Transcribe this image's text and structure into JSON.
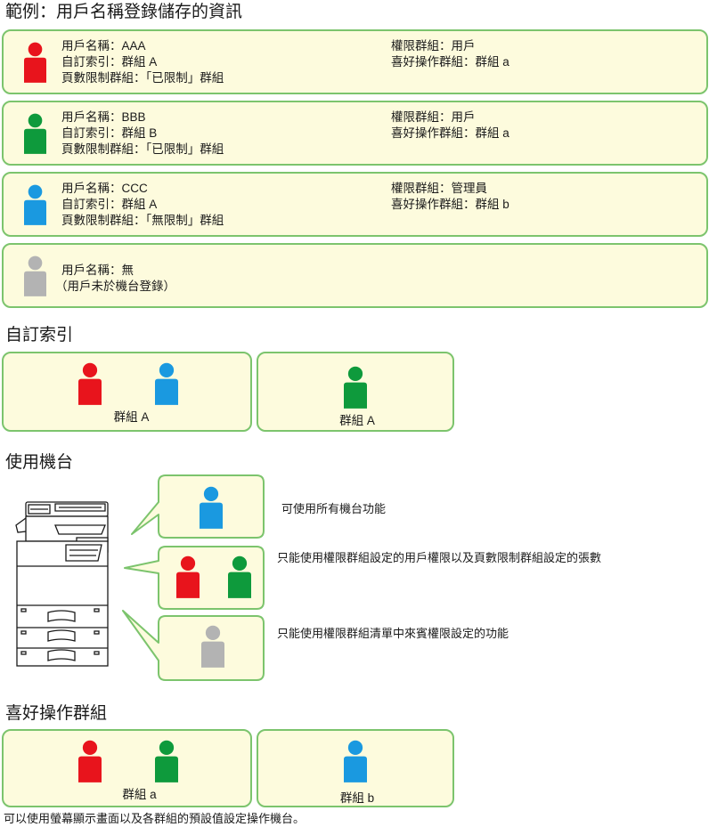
{
  "example": {
    "heading": "範例：用戶名稱登錄儲存的資訊",
    "users": [
      {
        "color": "#e8141c",
        "name": "用戶名稱：AAA",
        "index": "自訂索引：群組 A",
        "page_limit": "頁數限制群組：「已限制」群組",
        "authority": "權限群組：用戶",
        "favorite": "喜好操作群組：群組 a"
      },
      {
        "color": "#0e9a3c",
        "name": "用戶名稱：BBB",
        "index": "自訂索引：群組 B",
        "page_limit": "頁數限制群組：「已限制」群組",
        "authority": "權限群組：用戶",
        "favorite": "喜好操作群組：群組 a"
      },
      {
        "color": "#1a99e0",
        "name": "用戶名稱：CCC",
        "index": "自訂索引：群組 A",
        "page_limit": "頁數限制群組：「無限制」群組",
        "authority": "權限群組：管理員",
        "favorite": "喜好操作群組：群組 b"
      },
      {
        "color": "#b3b3b3",
        "name": "用戶名稱：無",
        "note": "（用戶未於機台登錄）"
      }
    ]
  },
  "custom_index": {
    "heading": "自訂索引",
    "groups": [
      {
        "label": "群組 A"
      },
      {
        "label": "群組 A"
      }
    ]
  },
  "machine_use": {
    "heading": "使用機台",
    "rows": [
      {
        "text": "可使用所有機台功能"
      },
      {
        "text": "只能使用權限群組設定的用戶權限以及頁數限制群組設定的張數"
      },
      {
        "text": "只能使用權限群組清單中來賓權限設定的功能"
      }
    ]
  },
  "favorite_groups": {
    "heading": "喜好操作群組",
    "groups": [
      {
        "label": "群組 a"
      },
      {
        "label": "群組 b"
      }
    ],
    "footnote": "可以使用螢幕顯示畫面以及各群組的預設值設定操作機台。"
  },
  "colors": {
    "box_fill": "#fdfbdd",
    "box_border": "#7cc46d",
    "red": "#e8141c",
    "green": "#0e9a3c",
    "blue": "#1a99e0",
    "gray": "#b3b3b3"
  }
}
